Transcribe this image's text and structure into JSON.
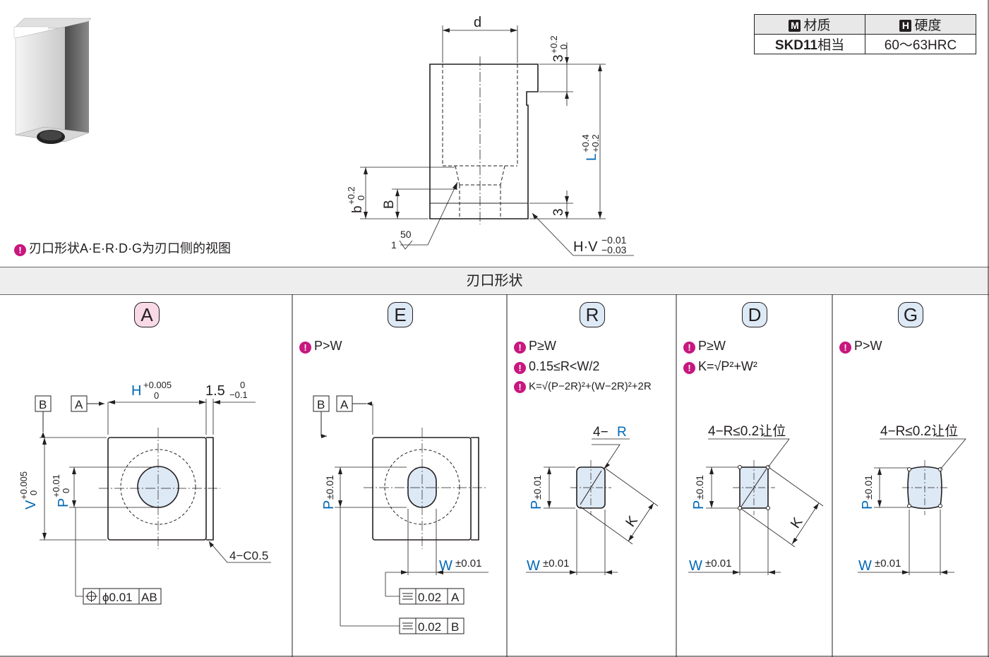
{
  "material_table": {
    "material_badge": "M",
    "material_header": "材质",
    "hardness_badge": "H",
    "hardness_header": "硬度",
    "material_value_bold": "SKD11",
    "material_value_suffix": "相当",
    "hardness_value": "60～63HRC"
  },
  "top_note": "刃口形状A·E·R·D·G为刃口侧的视图",
  "section_title": "刃口形状",
  "top_drawing": {
    "d": "d",
    "three_top": "3",
    "tol_plus02": "+0.2",
    "tol_zero": "0",
    "L": "L",
    "L_tol_upper": "+0.4",
    "L_tol_lower": "+0.2",
    "b": "b",
    "B": "B",
    "three_bottom": "3",
    "roughness_50": "50",
    "roughness_1": "1",
    "HV": "H·V",
    "HV_upper": "−0.01",
    "HV_lower": "−0.03"
  },
  "panels": {
    "A": {
      "letter": "A",
      "datum_B": "B",
      "datum_A": "A",
      "H": "H",
      "H_upper": "+0.005",
      "H_lower": "0",
      "step": "1.5",
      "step_upper": "0",
      "step_lower": "−0.1",
      "V": "V",
      "V_upper": "+0.005",
      "V_lower": "0",
      "P": "P",
      "P_upper": "+0.01",
      "P_lower": "0",
      "chamfer": "4−C0.5",
      "fcf_value": "ϕ0.01",
      "fcf_datum": "AB"
    },
    "E": {
      "letter": "E",
      "note": "P>W",
      "datum_B": "B",
      "datum_A": "A",
      "P": "P",
      "P_tol": "±0.01",
      "W": "W",
      "W_tol": "±0.01",
      "fcf1_value": "0.02",
      "fcf1_datum": "A",
      "fcf2_value": "0.02",
      "fcf2_datum": "B"
    },
    "R": {
      "letter": "R",
      "note1": "P≥W",
      "note2": "0.15≤R<W/2",
      "note3": "K=√(P−2R)²+(W−2R)²+2R",
      "radius_label_prefix": "4−",
      "radius_label_R": "R",
      "P": "P",
      "P_tol": "±0.01",
      "W": "W",
      "W_tol": "±0.01",
      "K": "K"
    },
    "D": {
      "letter": "D",
      "note1": "P≥W",
      "note2": "K=√P²+W²",
      "relief": "4−R≤0.2让位",
      "P": "P",
      "P_tol": "±0.01",
      "W": "W",
      "W_tol": "±0.01",
      "K": "K"
    },
    "G": {
      "letter": "G",
      "note": "P>W",
      "relief": "4−R≤0.2让位",
      "P": "P",
      "P_tol": "±0.01",
      "W": "W",
      "W_tol": "±0.01"
    }
  },
  "colors": {
    "blue_dim": "#0068b7",
    "magenta": "#c8177e",
    "tint": "#dde9f5"
  }
}
